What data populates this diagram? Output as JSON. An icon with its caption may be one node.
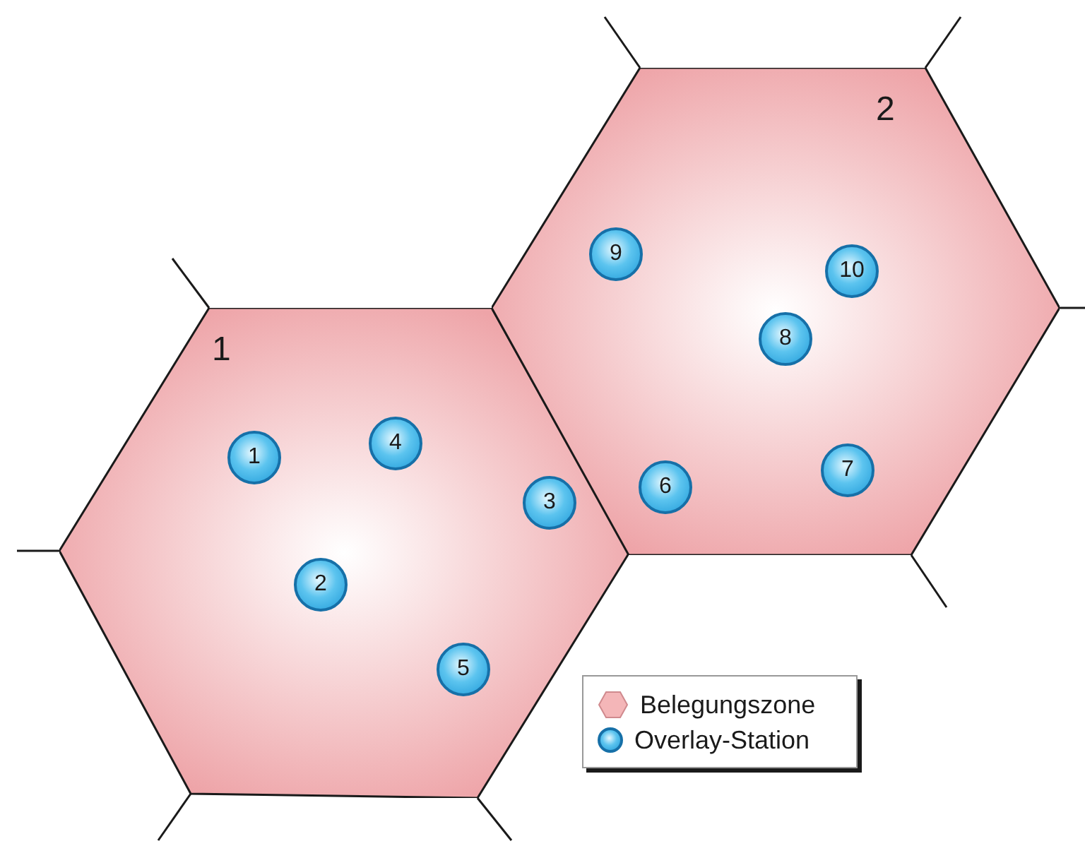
{
  "diagram": {
    "nodes": [
      {
        "text": [
          "1"
        ]
      },
      {
        "text": [
          "1"
        ],
        "in": 0
      },
      {
        "text": [
          "2"
        ],
        "in": 0
      },
      {
        "text": [
          "3"
        ],
        "in": 0
      },
      {
        "text": [
          "4"
        ],
        "in": 0
      },
      {
        "text": [
          "5"
        ],
        "in": 0
      },
      {
        "text": [
          "2"
        ]
      },
      {
        "text": [
          "6"
        ],
        "in": 6
      },
      {
        "text": [
          "7"
        ],
        "in": 6
      },
      {
        "text": [
          "8"
        ],
        "in": 6
      },
      {
        "text": [
          "9"
        ],
        "in": 6
      },
      {
        "text": [
          "10"
        ],
        "in": 6
      }
    ],
    "legend": [
      {
        "text": "Belegungszone"
      },
      {
        "text": "Overlay-Station"
      }
    ]
  }
}
